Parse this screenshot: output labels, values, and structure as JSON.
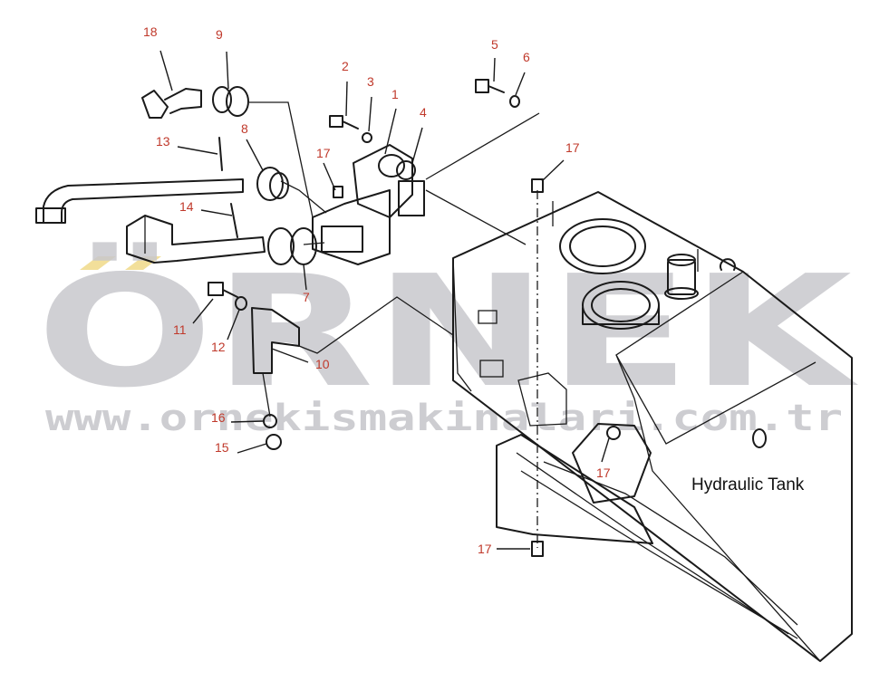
{
  "watermark": {
    "brand": "ÖRNEK",
    "url": "www.ornekismakinalari.com.tr",
    "brand_color": "#c8c8cc",
    "accent_color": "#f2df9a"
  },
  "tank_label": "Hydraulic Tank",
  "callout_color": "#c0392b",
  "callouts": [
    "18",
    "9",
    "2",
    "3",
    "1",
    "4",
    "5",
    "6",
    "17",
    "8",
    "13",
    "17",
    "14",
    "7",
    "11",
    "12",
    "10",
    "16",
    "15",
    "17",
    "17"
  ]
}
